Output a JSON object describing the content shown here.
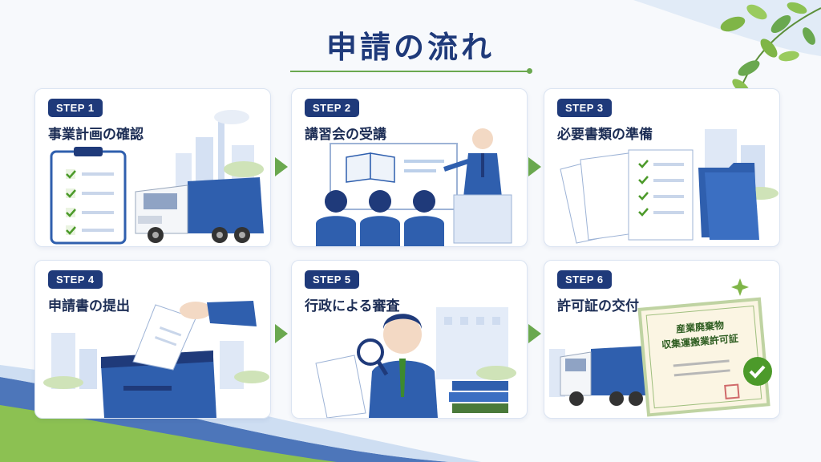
{
  "page": {
    "title": "申請の流れ"
  },
  "steps": [
    {
      "badge": "STEP 1",
      "title": "事業計画の確認"
    },
    {
      "badge": "STEP 2",
      "title": "講習会の受講"
    },
    {
      "badge": "STEP 3",
      "title": "必要書類の準備"
    },
    {
      "badge": "STEP 4",
      "title": "申請書の提出"
    },
    {
      "badge": "STEP 5",
      "title": "行政による審査"
    },
    {
      "badge": "STEP 6",
      "title": "許可証の交付"
    }
  ],
  "certificate": {
    "line1": "産業廃棄物",
    "line2": "収集運搬業許可証"
  },
  "colors": {
    "navy": "#1f3a7a",
    "blue": "#2f5fae",
    "green": "#6aa84f",
    "light_blue": "#dfe8f6"
  }
}
